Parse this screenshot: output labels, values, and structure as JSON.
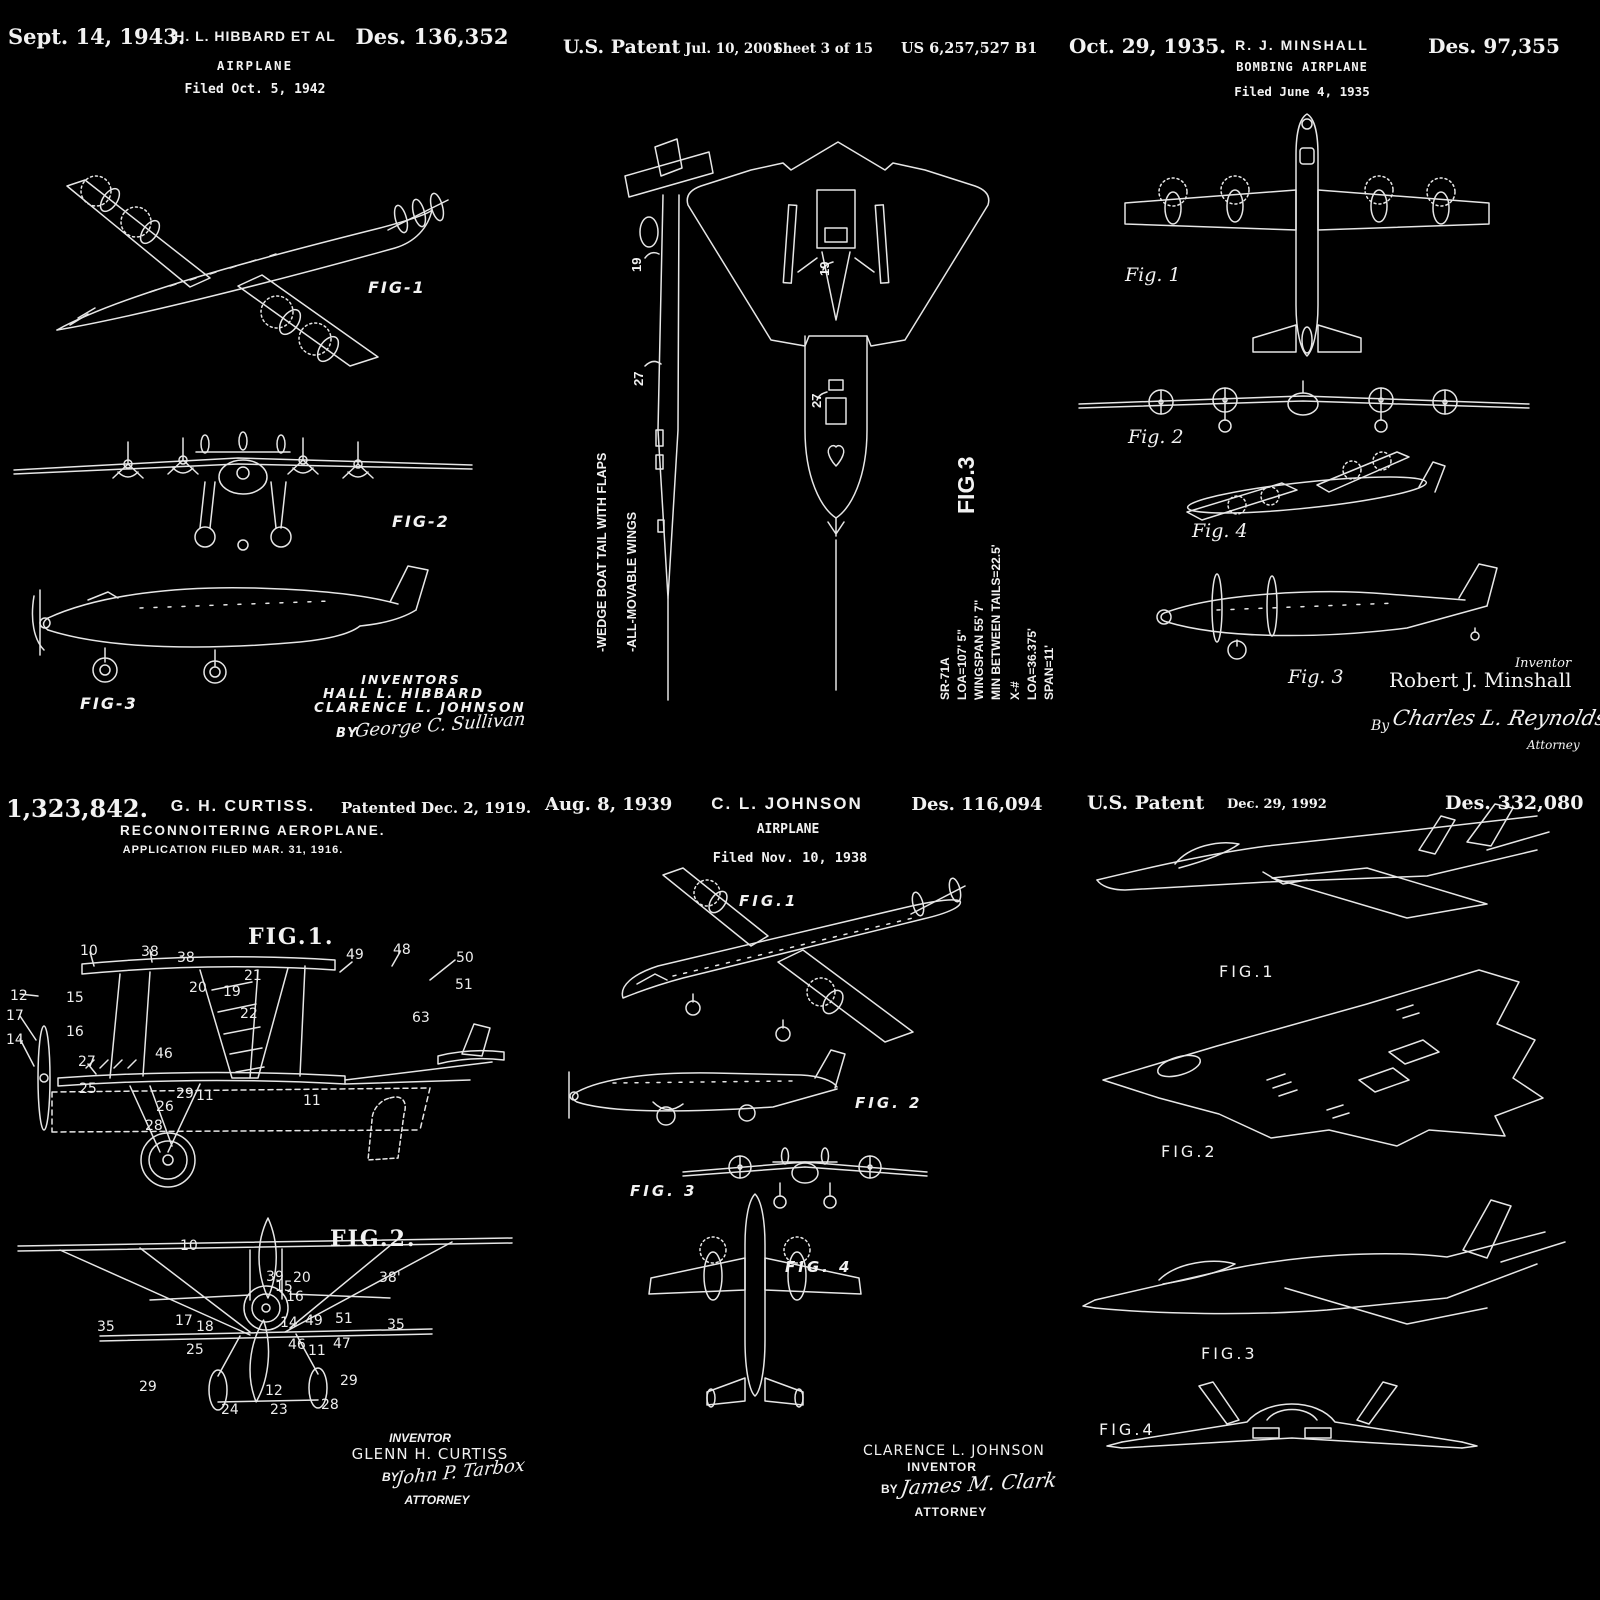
{
  "colors": {
    "background": "#000000",
    "ink": "#f2f2f2",
    "line": "#e6e6e6"
  },
  "p1": {
    "date": "Sept. 14, 1943.",
    "inventor": "H. L. HIBBARD ET AL",
    "number": "Des. 136,352",
    "title": "AIRPLANE",
    "filed": "Filed Oct. 5, 1942",
    "fig1": "FIG-1",
    "fig2": "FIG-2",
    "fig3": "FIG-3",
    "inventors_label": "INVENTORS",
    "inventor_name_1": "HALL L. HIBBARD",
    "inventor_name_2": "CLARENCE L. JOHNSON",
    "by_label": "BY",
    "signature": "George C. Sullivan"
  },
  "p2": {
    "patent_label": "U.S. Patent",
    "date": "Jul. 10, 2001",
    "sheet": "Sheet 3 of 15",
    "number": "US 6,257,527 B1",
    "note_tail": "-WEDGE BOAT TAIL WITH FLAPS",
    "note_wings": "-ALL-MOVABLE WINGS",
    "spec_sr71": [
      "SR-71A",
      "LOA=107' 5\"",
      "WINGSPAN 55' 7\"",
      "MIN BETWEEN TAILS=22.5'"
    ],
    "spec_x": [
      "X-#",
      "LOA=36.375'",
      "SPAN=11'"
    ],
    "fig3": "FIG.3",
    "callout_19": "19",
    "callout_27": "27"
  },
  "p3": {
    "date": "Oct. 29, 1935.",
    "inventor": "R. J. MINSHALL",
    "number": "Des. 97,355",
    "title": "BOMBING AIRPLANE",
    "filed": "Filed June 4, 1935",
    "fig1": "Fig. 1",
    "fig2": "Fig. 2",
    "fig3": "Fig. 3",
    "fig4": "Fig. 4",
    "inventor_label": "Inventor",
    "inventor_name": "Robert  J. Minshall",
    "by_label": "By",
    "attorney_sig": "Charles L. Reynolds",
    "attorney_label": "Attorney"
  },
  "p4": {
    "number": "1,323,842.",
    "inventor": "G. H. CURTISS.",
    "patented": "Patented Dec. 2, 1919.",
    "title": "RECONNOITERING AEROPLANE.",
    "application": "APPLICATION FILED MAR. 31, 1916.",
    "fig1_label": "FIG.1.",
    "fig2_label": "FIG.2.",
    "fig1_callouts": [
      "10",
      "38",
      "38",
      "20",
      "19",
      "21",
      "49",
      "48",
      "50",
      "51",
      "63",
      "12",
      "15",
      "17",
      "16",
      "14",
      "46",
      "22",
      "27",
      "25",
      "29",
      "11",
      "11",
      "26",
      "28"
    ],
    "fig2_callouts": [
      "10",
      "39",
      "20",
      "15",
      "16",
      "38'",
      "17",
      "18",
      "14",
      "49",
      "51",
      "35",
      "35",
      "46",
      "11",
      "47",
      "25",
      "29",
      "29",
      "12",
      "24",
      "23",
      "28"
    ],
    "inventor_label": "INVENTOR",
    "inventor_name": "GLENN H. CURTISS",
    "by_label": "BY",
    "signature": "John P. Tarbox",
    "attorney_label": "ATTORNEY"
  },
  "p5": {
    "date": "Aug. 8, 1939",
    "inventor": "C. L. JOHNSON",
    "number": "Des. 116,094",
    "title": "AIRPLANE",
    "filed": "Filed Nov. 10, 1938",
    "fig1": "FIG.1",
    "fig2": "FIG. 2",
    "fig3": "FIG. 3",
    "fig4": "FIG. 4",
    "inventor_name": "CLARENCE L. JOHNSON",
    "inventor_label": "INVENTOR",
    "by_label": "BY",
    "signature": "James M. Clark",
    "attorney_label": "ATTORNEY"
  },
  "p6": {
    "patent_label": "U.S. Patent",
    "date": "Dec. 29, 1992",
    "number": "Des. 332,080",
    "fig1": "FIG.1",
    "fig2": "FIG.2",
    "fig3": "FIG.3",
    "fig4": "FIG.4"
  }
}
